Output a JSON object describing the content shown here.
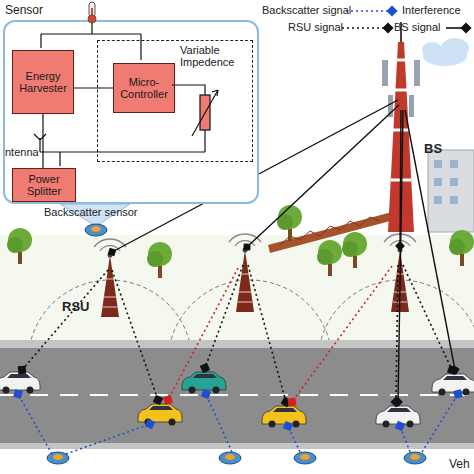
{
  "diagram": {
    "nodes": [
      {
        "text": [
          "ntenna"
        ]
      },
      {
        "text": [
          "Energy Harvester"
        ],
        "in": 0
      },
      {
        "text": [
          "Variable Impedence"
        ],
        "in": 0
      },
      {
        "text": [
          "Micro-Controller"
        ],
        "in": 2
      },
      {
        "text": [
          "Power Splitter"
        ],
        "in": 0
      }
    ],
    "edges": [
      {
        "from": 4,
        "to": 1,
        "arrow": "none"
      },
      {
        "from": 1,
        "to": 3,
        "arrow": "none"
      }
    ],
    "labels": [
      "Sensor",
      "Backscatter sensor",
      "BS",
      "RSU",
      "Veh"
    ],
    "legend": [
      {
        "text": "Backscatter signal"
      },
      {
        "text": "Interference"
      },
      {
        "text": "RSU signal"
      },
      {
        "text": "BS signal"
      }
    ]
  }
}
